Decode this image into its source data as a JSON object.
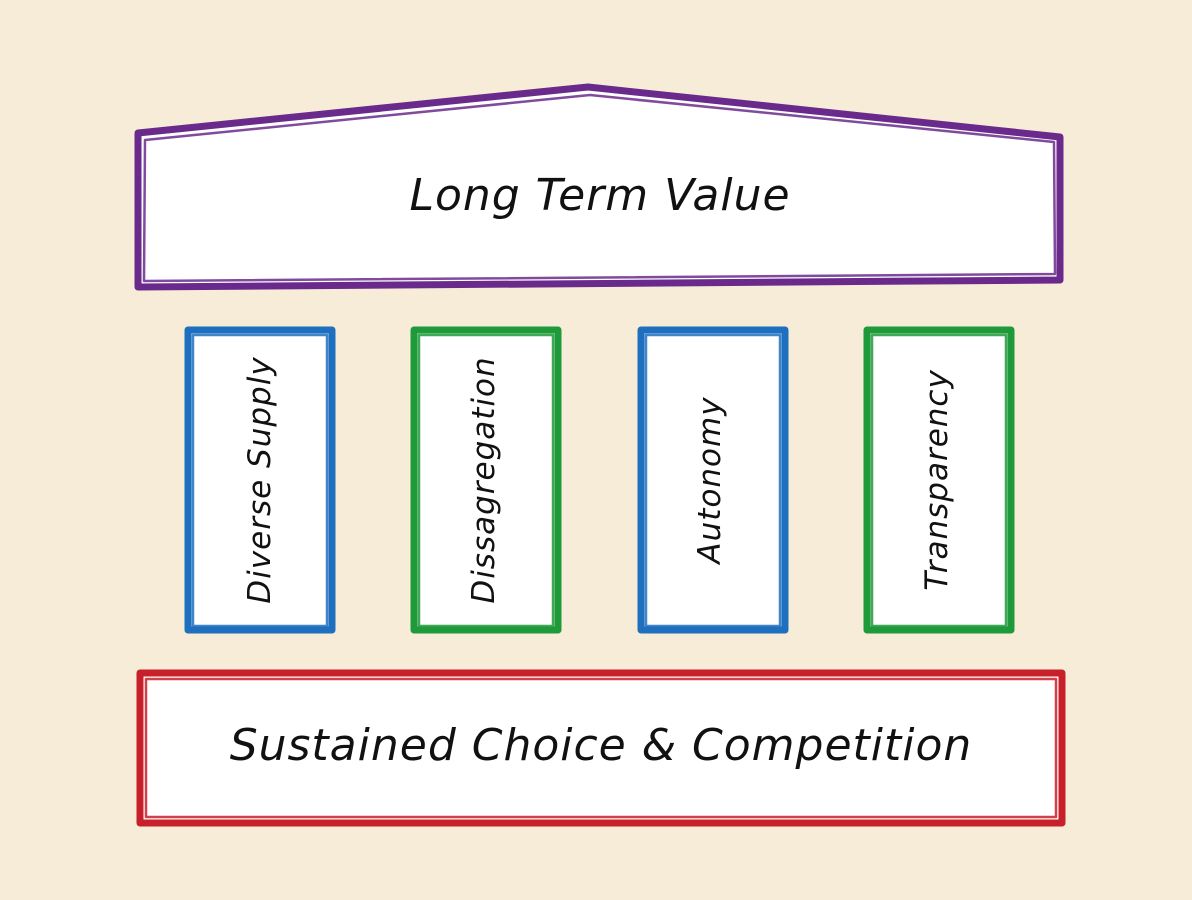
{
  "colors": {
    "background": "#f7ecd7",
    "roof": "#6a2a8c",
    "base": "#c8202a",
    "pillar_blue": "#1f6fbf",
    "pillar_green": "#1f9a3a"
  },
  "roof": {
    "label": "Long Term Value"
  },
  "pillars": [
    {
      "label": "Diverse Supply",
      "color": "#1f6fbf"
    },
    {
      "label": "Dissagregation",
      "color": "#1f9a3a"
    },
    {
      "label": "Autonomy",
      "color": "#1f6fbf"
    },
    {
      "label": "Transparency",
      "color": "#1f9a3a"
    }
  ],
  "base": {
    "label": "Sustained Choice & Competition"
  }
}
